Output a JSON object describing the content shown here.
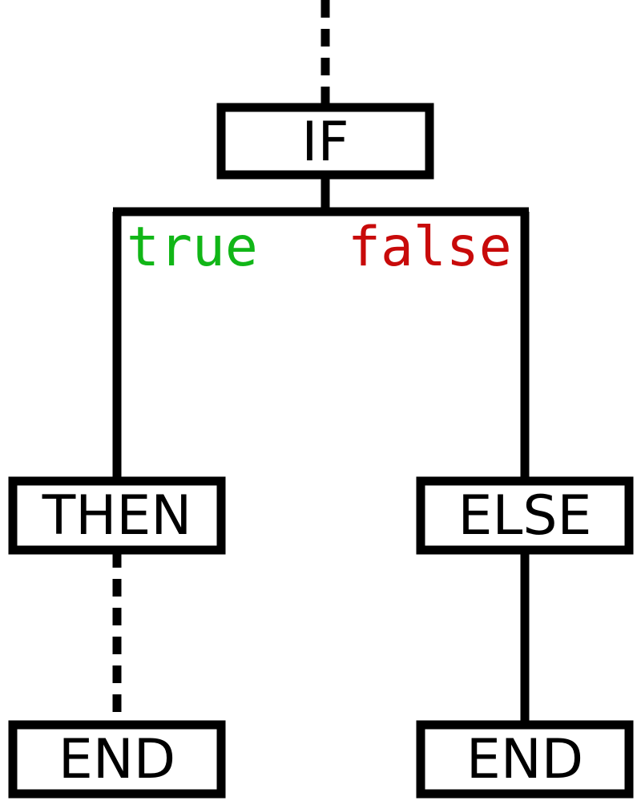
{
  "nodes": {
    "if": "IF",
    "then": "THEN",
    "else": "ELSE",
    "end_then": "END",
    "end_else": "END"
  },
  "branches": {
    "true_label": "true",
    "false_label": "false"
  },
  "colors": {
    "stroke": "#000000",
    "background": "#ffffff",
    "true_branch": "#11b617",
    "false_branch": "#c80a0a"
  }
}
